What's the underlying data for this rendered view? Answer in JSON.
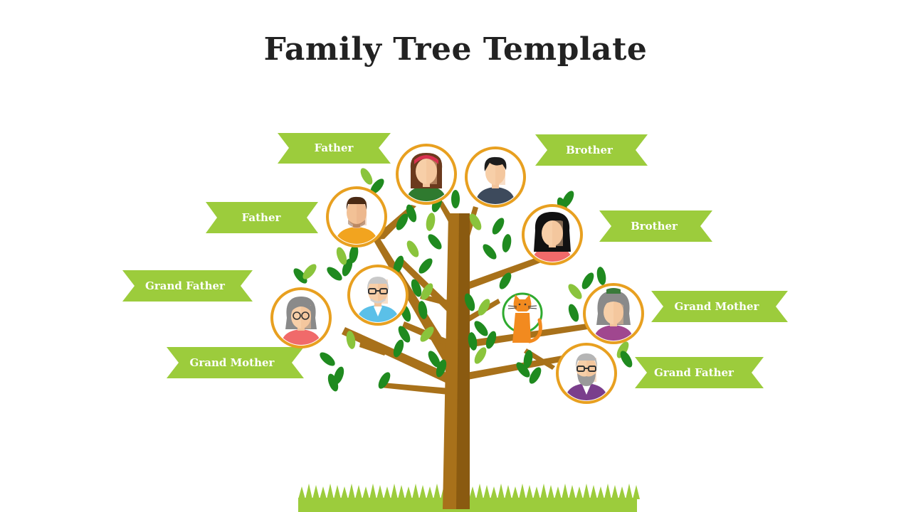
{
  "title": "Family Tree Template",
  "colors": {
    "ribbon": "#9ccc3c",
    "trunk": "#a8711a",
    "trunk_dark": "#8a5a10",
    "leaf": "#1f8a1f",
    "frame": "#e8a020",
    "grass": "#9ccc3c",
    "pet_frame": "#2faa2f"
  },
  "labels": {
    "father_top": "Father",
    "father_mid": "Father",
    "grandfather_left": "Grand Father",
    "grandmother_left": "Grand Mother",
    "brother_top": "Brother",
    "brother_mid": "Brother",
    "grandmother_right": "Grand Mother",
    "grandfather_right": "Grand Father"
  },
  "avatars": [
    {
      "name": "girl",
      "icon": "girl-avatar-icon"
    },
    {
      "name": "boy",
      "icon": "boy-avatar-icon"
    },
    {
      "name": "father",
      "icon": "father-avatar-icon"
    },
    {
      "name": "mother",
      "icon": "mother-avatar-icon"
    },
    {
      "name": "grandfather-glasses",
      "icon": "grandfather-avatar-icon"
    },
    {
      "name": "grandmother-left",
      "icon": "grandmother-avatar-icon"
    },
    {
      "name": "cat",
      "icon": "cat-icon"
    },
    {
      "name": "grandmother-right",
      "icon": "grandmother-avatar-icon"
    },
    {
      "name": "grandfather-beard",
      "icon": "grandfather-avatar-icon"
    }
  ]
}
